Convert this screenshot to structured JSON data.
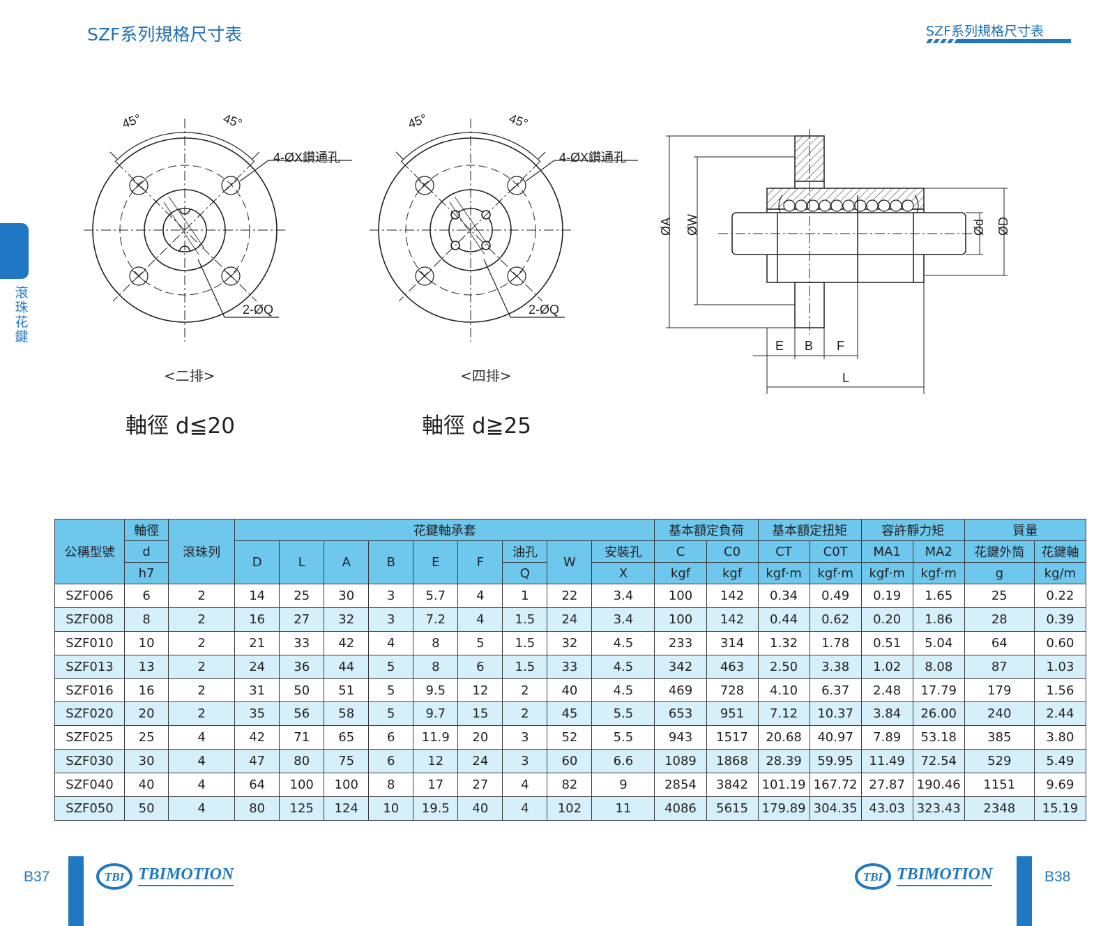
{
  "header": {
    "title_left": "SZF系列規格尺寸表",
    "title_right": "SZF系列規格尺寸表"
  },
  "side_tab": {
    "label": "滾珠花鍵"
  },
  "diagrams": {
    "left": {
      "angle_left": "45°",
      "angle_right": "45°",
      "holes_label": "4-ØX鑽通孔",
      "oil_label": "2-ØQ",
      "rows_caption": "<二排>",
      "shaft_caption": "軸徑 d≦20"
    },
    "middle": {
      "angle_left": "45°",
      "angle_right": "45°",
      "holes_label": "4-ØX鑽通孔",
      "oil_label": "2-ØQ",
      "rows_caption": "<四排>",
      "shaft_caption": "軸徑 d≧25"
    },
    "side_view": {
      "label_A": "ØA",
      "label_W": "ØW",
      "label_d": "Ød",
      "label_D": "ØD",
      "label_E": "E",
      "label_B": "B",
      "label_F": "F",
      "label_L": "L"
    }
  },
  "table": {
    "group_headers": {
      "model": "公稱型號",
      "shaft": "軸徑",
      "ball_rows": "滾珠列",
      "sleeve": "花鍵軸承套",
      "load": "基本額定負荷",
      "torque": "基本額定扭矩",
      "static_moment": "容許靜力矩",
      "mass": "質量"
    },
    "sub_headers": {
      "d": "d",
      "h7": "h7",
      "D": "D",
      "L": "L",
      "A": "A",
      "B": "B",
      "E": "E",
      "F": "F",
      "oil_hole": "油孔",
      "Q": "Q",
      "W": "W",
      "mount_hole": "安裝孔",
      "X": "X",
      "C": "C",
      "C0": "C0",
      "CT": "CT",
      "C0T": "C0T",
      "MA1": "MA1",
      "MA2": "MA2",
      "nut_mass": "花鍵外筒",
      "shaft_mass": "花鍵軸"
    },
    "units": {
      "C": "kgf",
      "C0": "kgf",
      "CT": "kgf·m",
      "C0T": "kgf·m",
      "MA1": "kgf·m",
      "MA2": "kgf·m",
      "nut_mass": "g",
      "shaft_mass": "kg/m"
    },
    "rows": [
      [
        "SZF006",
        "6",
        "2",
        "14",
        "25",
        "30",
        "3",
        "5.7",
        "4",
        "1",
        "22",
        "3.4",
        "100",
        "142",
        "0.34",
        "0.49",
        "0.19",
        "1.65",
        "25",
        "0.22"
      ],
      [
        "SZF008",
        "8",
        "2",
        "16",
        "27",
        "32",
        "3",
        "7.2",
        "4",
        "1.5",
        "24",
        "3.4",
        "100",
        "142",
        "0.44",
        "0.62",
        "0.20",
        "1.86",
        "28",
        "0.39"
      ],
      [
        "SZF010",
        "10",
        "2",
        "21",
        "33",
        "42",
        "4",
        "8",
        "5",
        "1.5",
        "32",
        "4.5",
        "233",
        "314",
        "1.32",
        "1.78",
        "0.51",
        "5.04",
        "64",
        "0.60"
      ],
      [
        "SZF013",
        "13",
        "2",
        "24",
        "36",
        "44",
        "5",
        "8",
        "6",
        "1.5",
        "33",
        "4.5",
        "342",
        "463",
        "2.50",
        "3.38",
        "1.02",
        "8.08",
        "87",
        "1.03"
      ],
      [
        "SZF016",
        "16",
        "2",
        "31",
        "50",
        "51",
        "5",
        "9.5",
        "12",
        "2",
        "40",
        "4.5",
        "469",
        "728",
        "4.10",
        "6.37",
        "2.48",
        "17.79",
        "179",
        "1.56"
      ],
      [
        "SZF020",
        "20",
        "2",
        "35",
        "56",
        "58",
        "5",
        "9.7",
        "15",
        "2",
        "45",
        "5.5",
        "653",
        "951",
        "7.12",
        "10.37",
        "3.84",
        "26.00",
        "240",
        "2.44"
      ],
      [
        "SZF025",
        "25",
        "4",
        "42",
        "71",
        "65",
        "6",
        "11.9",
        "20",
        "3",
        "52",
        "5.5",
        "943",
        "1517",
        "20.68",
        "40.97",
        "7.89",
        "53.18",
        "385",
        "3.80"
      ],
      [
        "SZF030",
        "30",
        "4",
        "47",
        "80",
        "75",
        "6",
        "12",
        "24",
        "3",
        "60",
        "6.6",
        "1089",
        "1868",
        "28.39",
        "59.95",
        "11.49",
        "72.54",
        "529",
        "5.49"
      ],
      [
        "SZF040",
        "40",
        "4",
        "64",
        "100",
        "100",
        "8",
        "17",
        "27",
        "4",
        "82",
        "9",
        "2854",
        "3842",
        "101.19",
        "167.72",
        "27.87",
        "190.46",
        "1151",
        "9.69"
      ],
      [
        "SZF050",
        "50",
        "4",
        "80",
        "125",
        "124",
        "10",
        "19.5",
        "40",
        "4",
        "102",
        "11",
        "4086",
        "5615",
        "179.89",
        "304.35",
        "43.03",
        "323.43",
        "2348",
        "15.19"
      ]
    ]
  },
  "footer": {
    "page_left": "B37",
    "page_right": "B38",
    "brand_left": "TBIMOTION",
    "brand_right": "TBIMOTION",
    "logo_left": "TBI",
    "logo_right": "TBI"
  },
  "colors": {
    "accent": "#1f78c1",
    "title": "#1a6fb7",
    "table_header": "#6ec8ee",
    "table_stripe": "#d6f0fb"
  }
}
